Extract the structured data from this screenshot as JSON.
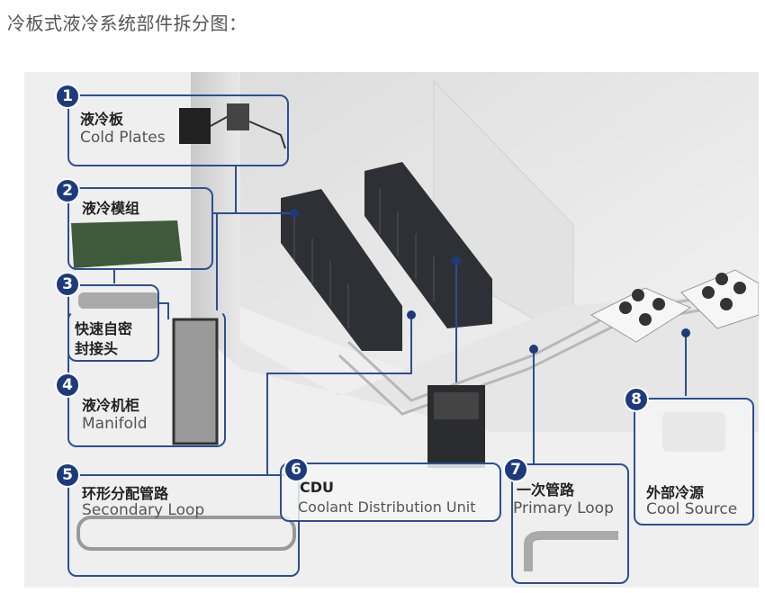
{
  "heading": "冷板式液冷系统部件拆分图：",
  "diagram": {
    "accent_color": "#2c4f93",
    "badge_color": "#1d3b7c",
    "components": [
      {
        "number": "1",
        "zh": "液冷板",
        "en": "Cold Plates"
      },
      {
        "number": "2",
        "zh": "液冷模组",
        "en": ""
      },
      {
        "number": "3",
        "zh": "快速自密",
        "zh2": "封接头",
        "en": ""
      },
      {
        "number": "4",
        "zh": "液冷机柜",
        "en": "Manifold"
      },
      {
        "number": "5",
        "zh": "环形分配管路",
        "en": "Secondary Loop"
      },
      {
        "number": "6",
        "zh": "CDU",
        "en": "Coolant Distribution Unit"
      },
      {
        "number": "7",
        "zh": "一次管路",
        "en": "Primary Loop"
      },
      {
        "number": "8",
        "zh": "外部冷源",
        "en": "Cool Source"
      }
    ]
  }
}
